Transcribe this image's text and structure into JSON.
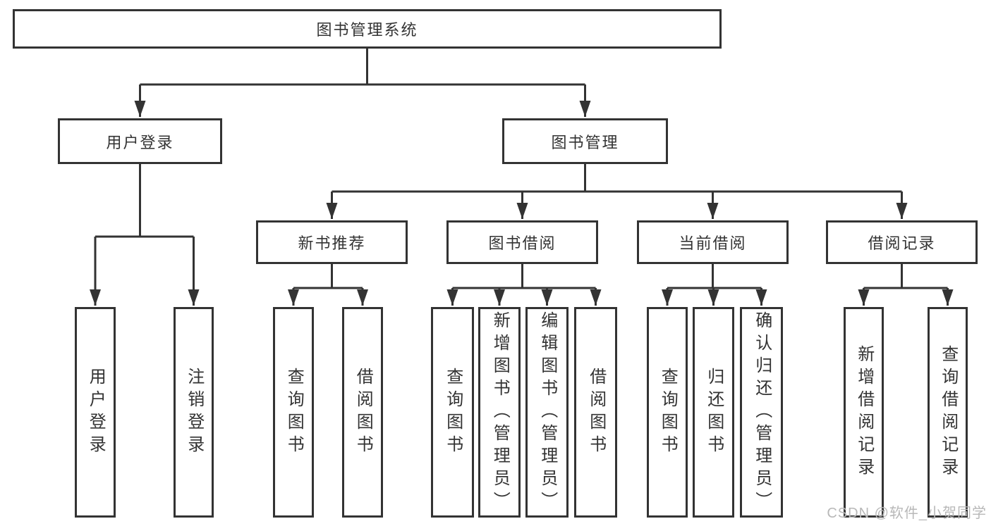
{
  "diagram": {
    "title_hint": "functional structure tree",
    "root": {
      "label": "图书管理系统"
    },
    "branches": [
      {
        "label": "用户登录",
        "children": [
          {
            "label": "用户登录"
          },
          {
            "label": "注销登录"
          }
        ]
      },
      {
        "label": "图书管理",
        "children": [
          {
            "label": "新书推荐",
            "children": [
              {
                "label": "查询图书"
              },
              {
                "label": "借阅图书"
              }
            ]
          },
          {
            "label": "图书借阅",
            "children": [
              {
                "label": "查询图书"
              },
              {
                "label": "新增图书（管理员）"
              },
              {
                "label": "编辑图书（管理员）"
              },
              {
                "label": "借阅图书"
              }
            ]
          },
          {
            "label": "当前借阅",
            "children": [
              {
                "label": "查询图书"
              },
              {
                "label": "归还图书"
              },
              {
                "label": "确认归还（管理员）"
              }
            ]
          },
          {
            "label": "借阅记录",
            "children": [
              {
                "label": "新增借阅记录"
              },
              {
                "label": "查询借阅记录"
              }
            ]
          }
        ]
      }
    ]
  },
  "watermark": {
    "text": "CSDN @软件_小贺同学"
  },
  "colors": {
    "background": "#ffffff",
    "line": "#333333",
    "box_border": "#333333",
    "text": "#333333",
    "watermark": "#b8b8b8"
  }
}
